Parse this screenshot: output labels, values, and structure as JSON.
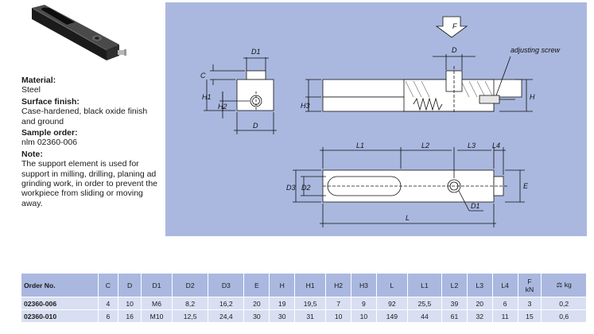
{
  "description": {
    "material_heading": "Material:",
    "material_text": "Steel",
    "finish_heading": "Surface finish:",
    "finish_text": "Case-hardened, black oxide finish and ground",
    "sample_heading": "Sample order:",
    "sample_text": "nlm 02360-006",
    "note_heading": "Note:",
    "note_text": "The support element is used for support in milling, drilling, planing ad grinding work, in order to prevent the workpiece from sliding or moving away."
  },
  "drawing": {
    "force_label": "F",
    "adjusting_screw_label": "adjusting screw",
    "dims": {
      "d1": "D1",
      "c": "C",
      "h1": "H1",
      "h2": "H2",
      "d": "D",
      "h3": "H3",
      "h": "H",
      "d_top": "D",
      "l1": "L1",
      "l2": "L2",
      "l3": "L3",
      "l4": "L4",
      "d3": "D3",
      "d2": "D2",
      "e": "E",
      "l": "L",
      "d1_plan": "D1"
    }
  },
  "table": {
    "headers": [
      "Order No.",
      "C",
      "D",
      "D1",
      "D2",
      "D3",
      "E",
      "H",
      "H1",
      "H2",
      "H3",
      "L",
      "L1",
      "L2",
      "L3",
      "L4",
      "F\nkN",
      "kg"
    ],
    "weight_icon": "weight-icon",
    "rows": [
      [
        "02360-006",
        "4",
        "10",
        "M6",
        "8,2",
        "16,2",
        "20",
        "19",
        "19,5",
        "7",
        "9",
        "92",
        "25,5",
        "39",
        "20",
        "6",
        "3",
        "0,2"
      ],
      [
        "02360-010",
        "6",
        "16",
        "M10",
        "12,5",
        "24,4",
        "30",
        "30",
        "31",
        "10",
        "10",
        "149",
        "44",
        "61",
        "32",
        "11",
        "15",
        "0,6"
      ]
    ]
  }
}
